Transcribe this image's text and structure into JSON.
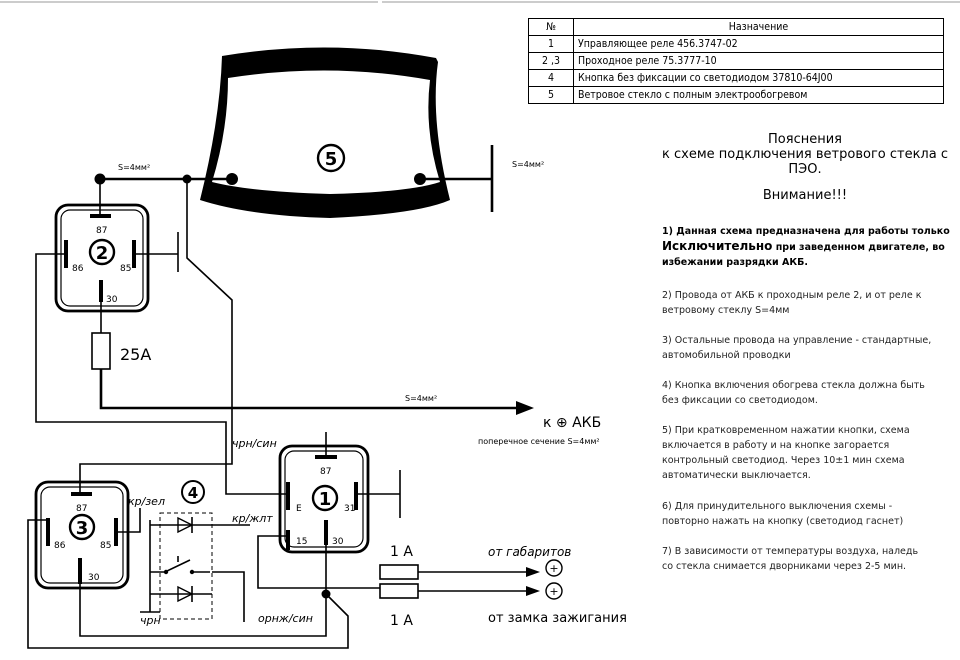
{
  "legend": {
    "header_num": "№",
    "header_purpose": "Назначение",
    "rows": [
      {
        "num": "1",
        "text": "Управляющее реле 456.3747-02"
      },
      {
        "num": "2 ,3",
        "text": "Проходное реле 75.3777-10"
      },
      {
        "num": "4",
        "text": "Кнопка без фиксации со светодиодом 37810-64J00"
      },
      {
        "num": "5",
        "text": "Ветровое стекло с полным электрообогревом"
      }
    ]
  },
  "explanations": {
    "title_line1": "Пояснения",
    "title_line2": "к схеме подключения ветрового стекла с ПЭО.",
    "attention": "Внимание!!!",
    "note1_a": "1) Данная схема предназначена для работы только",
    "note1_b": "Исключительно",
    "note1_c": " при заведенном двигателе, во",
    "note1_d": "избежании разрядки АКБ.",
    "note2": "2) Провода от АКБ к проходным реле  2,   и от реле к ветровому стеклу S=4мм",
    "note3": "3) Остальные провода на управление - стандартные, автомобильной проводки",
    "note4": "4) Кнопка включения обогрева стекла должна быть без фиксации со светодиодом.",
    "note5": "5) При кратковременном нажатии кнопки, схема включается в работу и на кнопке загорается контрольный светодиод. Через 10±1 мин схема автоматически выключается.",
    "note6": "6) Для принудительного выключения схемы - повторно нажать на кнопку (светодиод гаснет)",
    "note7": "7) В зависимости от температуры воздуха, наледь со стекла снимается дворниками через 2-5 мин."
  },
  "diagram": {
    "glass_num": "5",
    "relay2_num": "2",
    "relay3_num": "3",
    "relay1_num": "1",
    "button_num": "4",
    "pin87": "87",
    "pin86": "86",
    "pin85": "85",
    "pin30": "30",
    "pinE": "E",
    "pin31": "31",
    "pin15": "15",
    "wire_section_left": "S=4мм²",
    "wire_section_right": "S=4мм²",
    "wire_section_akb": "S=4мм²",
    "fuse_25": "25A",
    "akb_label": "к ⊕ АКБ",
    "akb_section": "поперечное сечение  S=4мм²",
    "wire_chrn_sin": "чрн/син",
    "wire_kr_zel": "кр/зел",
    "wire_kr_zhlt": "кр/жлт",
    "wire_chrn": "чрн",
    "wire_ornzh_sin": "орнж/син",
    "fuse_1a_top": "1 A",
    "fuse_1a_bottom": "1 A",
    "from_gabarit": "от габаритов",
    "from_ignition": "от замка зажигания"
  }
}
